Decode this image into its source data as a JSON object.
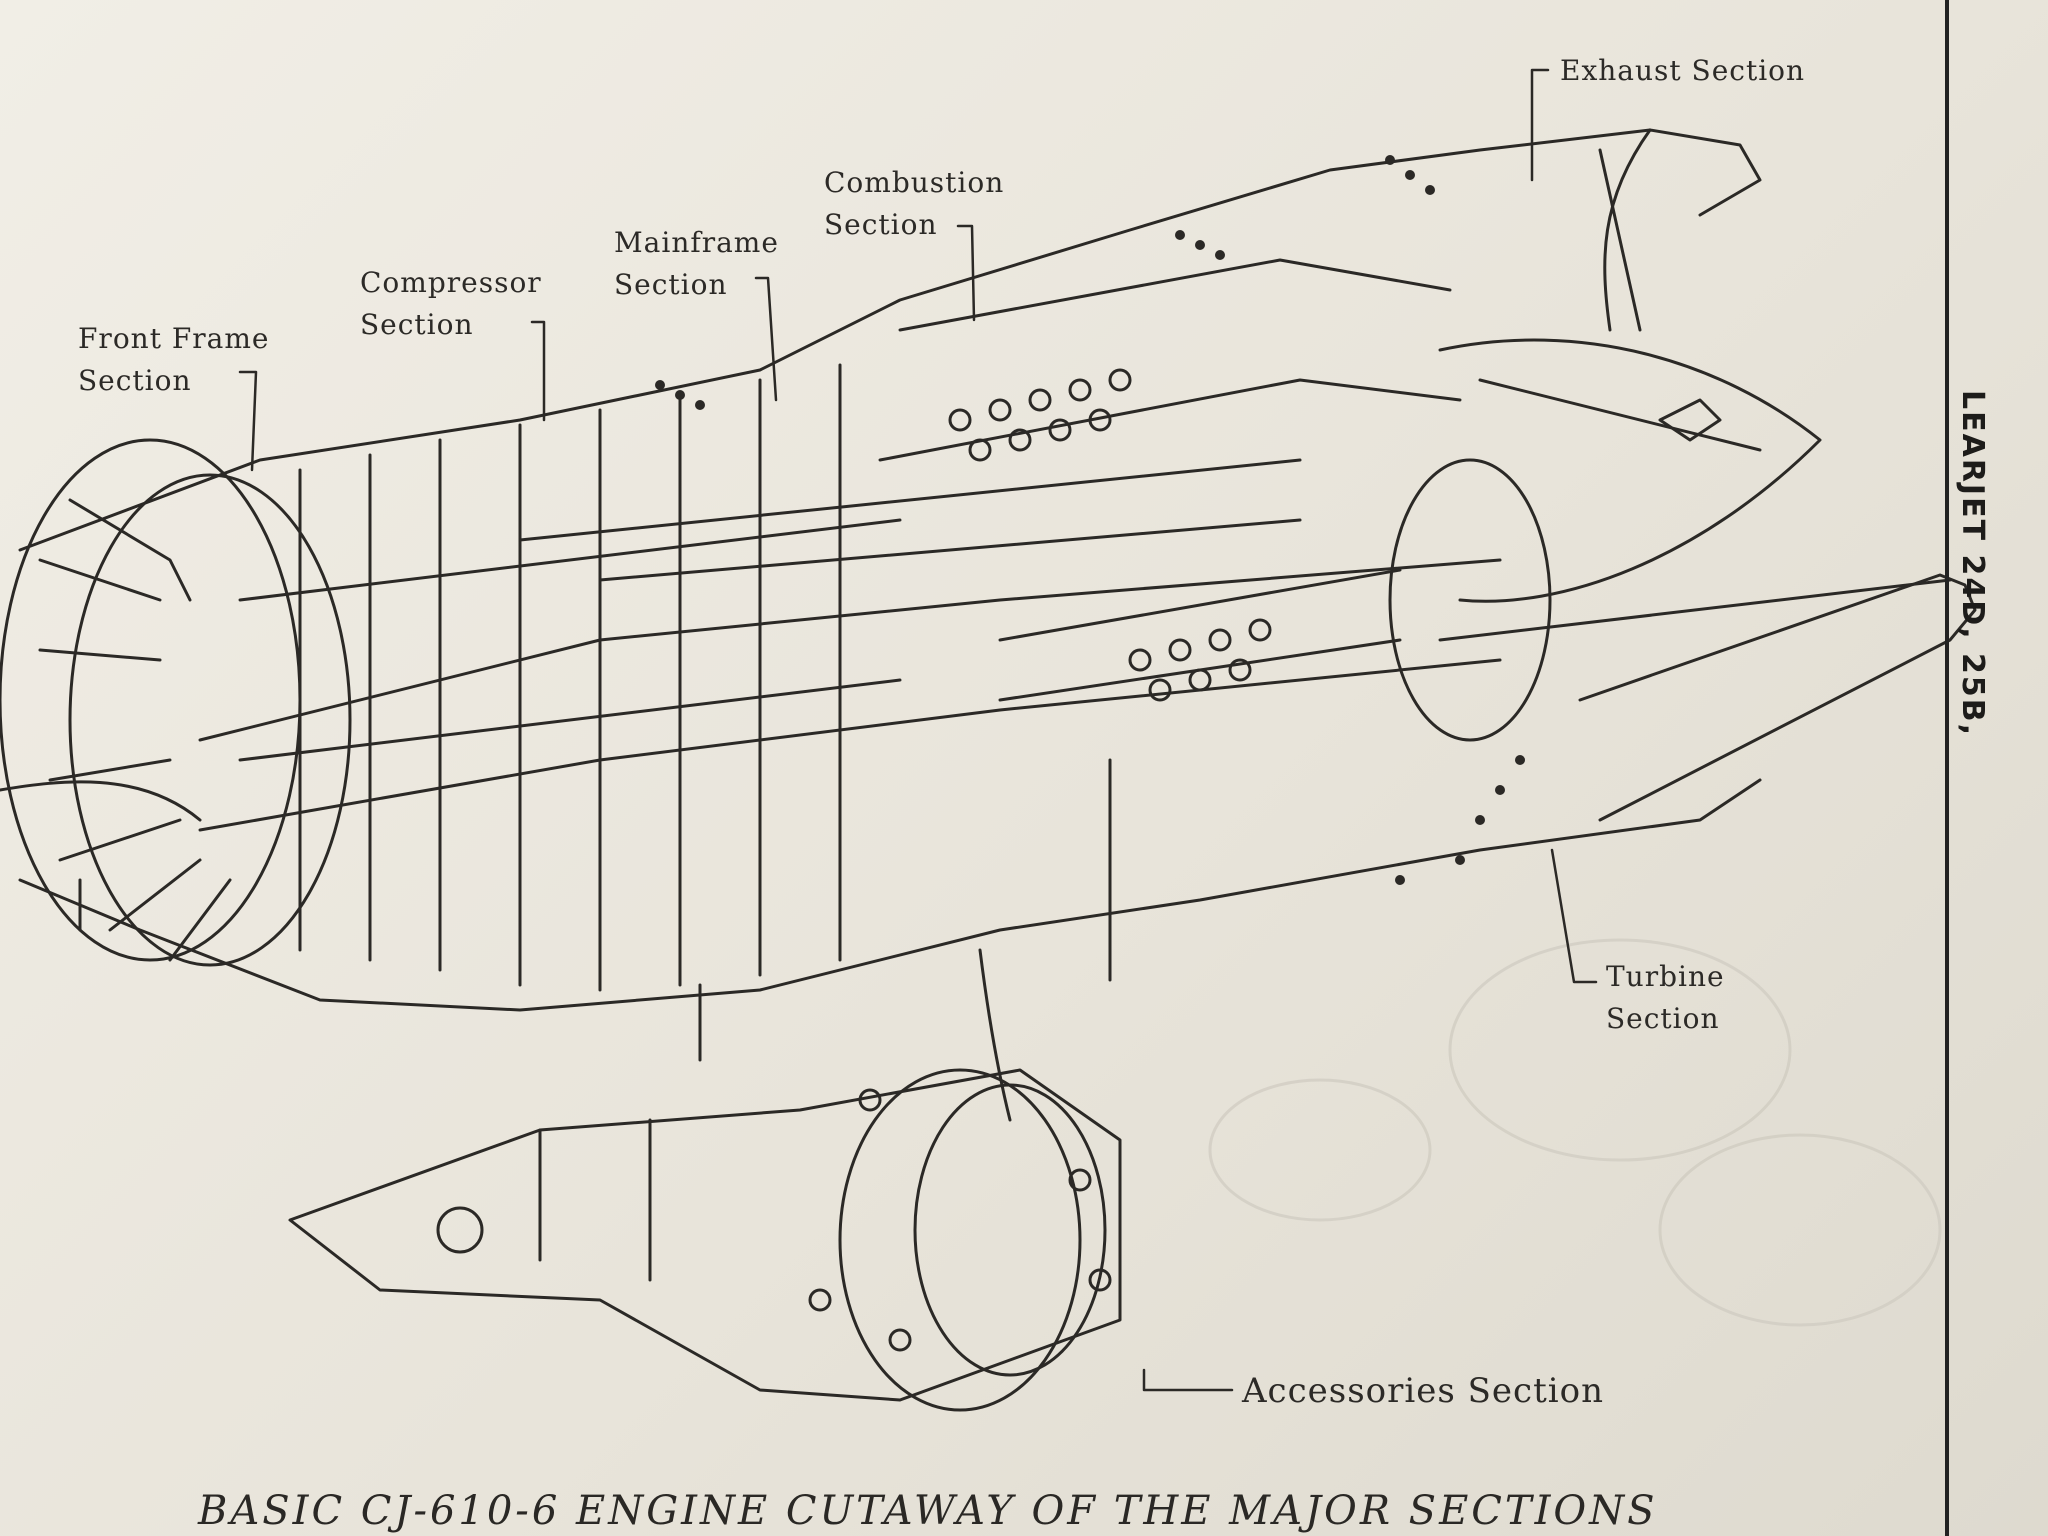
{
  "labels": {
    "front_frame": [
      "Front Frame",
      "Section"
    ],
    "compressor": [
      "Compressor",
      "Section"
    ],
    "mainframe": [
      "Mainframe",
      "Section"
    ],
    "combustion": [
      "Combustion",
      "Section"
    ],
    "exhaust": "Exhaust Section",
    "turbine": [
      "Turbine",
      "Section"
    ],
    "accessories": "Accessories Section"
  },
  "caption": "BASIC CJ-610-6 ENGINE CUTAWAY OF THE MAJOR SECTIONS",
  "side_title": "LEARJET 24D, 25B,"
}
